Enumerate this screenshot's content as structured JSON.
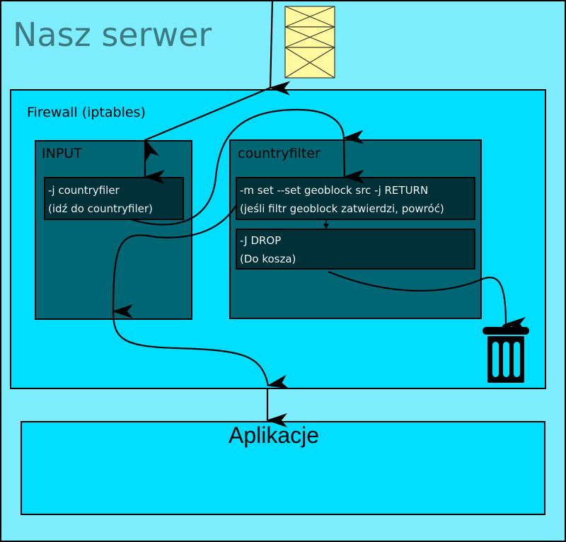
{
  "server": {
    "title": "Nasz serwer"
  },
  "firewall": {
    "title": "Firewall (iptables)"
  },
  "chains": {
    "input": {
      "title": "INPUT",
      "rules": [
        {
          "line1": "-j countryfiler",
          "line2": "(idź do countryfiler)"
        }
      ]
    },
    "countryfilter": {
      "title": "countryfilter",
      "rules": [
        {
          "line1": "-m set --set geoblock src -j RETURN",
          "line2": "(jeśli filtr geoblock zatwierdzi, powróć)"
        },
        {
          "line1": "-J DROP",
          "line2": "(Do kosza)"
        }
      ]
    }
  },
  "applications": {
    "title": "Aplikacje"
  },
  "icons": {
    "packets": "packet-stack-icon",
    "trash": "trash-bin-icon"
  },
  "colors": {
    "server_bg": "#7eeeff",
    "firewall_bg": "#00deff",
    "chain_bg": "#006673",
    "rule_bg": "#003038",
    "server_title": "#3d7a80",
    "packet_fill": "#fffaa0"
  }
}
